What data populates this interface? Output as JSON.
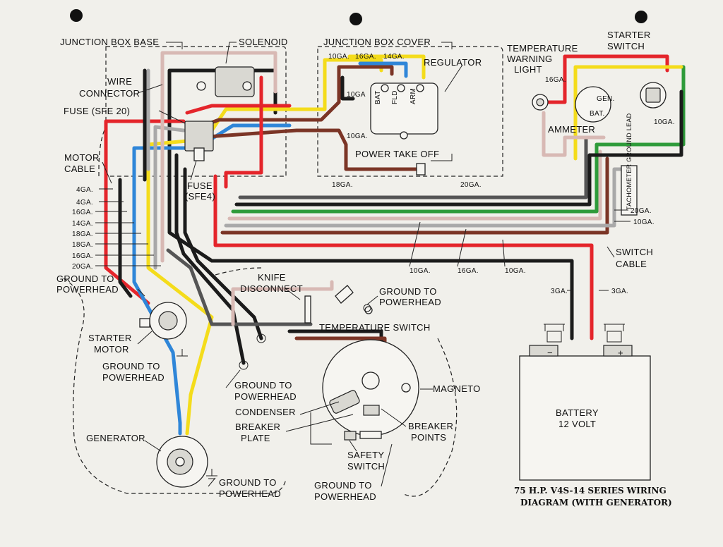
{
  "labels": {
    "junction_box_base": "JUNCTION BOX BASE",
    "solenoid": "SOLENOID",
    "junction_box_cover": "JUNCTION BOX COVER",
    "regulator": "REGULATOR",
    "wire": "WIRE",
    "connector": "CONNECTOR",
    "fuse_sfe20": "FUSE (SFE 20)",
    "motor": "MOTOR",
    "cable": "CABLE",
    "fuse": "FUSE",
    "sfe4": "(SFE4)",
    "temp_warning_1": "TEMPERATURE",
    "temp_warning_2": "WARNING",
    "temp_warning_3": "LIGHT",
    "starter_switch_1": "STARTER",
    "starter_switch_2": "SWITCH",
    "ammeter": "AMMETER",
    "gen": "GEN.",
    "bat": "BAT.",
    "power_take_off": "POWER  TAKE  OFF",
    "ground_to_powerhead_1a": "GROUND TO",
    "ground_to_powerhead_1b": "POWERHEAD",
    "knife_1": "KNIFE",
    "knife_2": "DISCONNECT",
    "ground_to_powerhead_2a": "GROUND TO",
    "ground_to_powerhead_2b": "POWERHEAD",
    "temperature_switch": "TEMPERATURE SWITCH",
    "starter_motor_1": "STARTER",
    "starter_motor_2": "MOTOR",
    "ground_to_powerhead_3a": "GROUND TO",
    "ground_to_powerhead_3b": "POWERHEAD",
    "ground_to_powerhead_4a": "GROUND TO",
    "ground_to_powerhead_4b": "POWERHEAD",
    "condenser": "CONDENSER",
    "breaker_plate_1": "BREAKER",
    "breaker_plate_2": "PLATE",
    "magneto": "MAGNETO",
    "breaker_points_1": "BREAKER",
    "breaker_points_2": "POINTS",
    "generator": "GENERATOR",
    "safety_switch_1": "SAFETY",
    "safety_switch_2": "SWITCH",
    "ground_to_powerhead_5a": "GROUND TO",
    "ground_to_powerhead_5b": "POWERHEAD",
    "ground_to_powerhead_6a": "GROUND TO",
    "ground_to_powerhead_6b": "POWERHEAD",
    "switch_cable_1": "SWITCH",
    "switch_cable_2": "CABLE",
    "battery_1": "BATTERY",
    "battery_2": "12 VOLT",
    "tach_label": "TACHOMETER GROUND LEAD",
    "reg_bat": "BAT",
    "reg_fld": "FLD",
    "reg_arm": "ARM"
  },
  "gauges": {
    "g_10ga_a": "10GA.",
    "g_16ga_a": "16GA.",
    "g_14ga": "14GA.",
    "g_10ga_b": "10GA",
    "g_10ga_c": "10GA.",
    "g_16ga_tw": "16GA.",
    "g_10ga_ss": "10GA.",
    "g_18ga_mid": "18GA.",
    "g_20ga_mid": "20GA.",
    "left": [
      "4GA.",
      "4GA.",
      "16GA.",
      "14GA.",
      "18GA.",
      "18GA.",
      "16GA.",
      "20GA."
    ],
    "g_20ga_r": "20GA.",
    "g_10ga_r": "10GA.",
    "g_10ga_bot": "10GA.",
    "g_16ga_bot": "16GA.",
    "g_10ga_bot2": "10GA.",
    "g_3ga_a": "3GA.",
    "g_3ga_b": "3GA."
  },
  "title": {
    "line1": "75 H.P. V4S-14 SERIES WIRING",
    "line2": "DIAGRAM (WITH GENERATOR)"
  },
  "colors": {
    "red": "#e4252b",
    "black": "#1b1b1b",
    "yellow": "#f4dc1b",
    "blue": "#2f86d8",
    "green": "#2e9b3a",
    "brown": "#7b3526",
    "gray": "#a9a9a9",
    "pink": "#d8b9b4",
    "paper": "#f1f0eb"
  }
}
